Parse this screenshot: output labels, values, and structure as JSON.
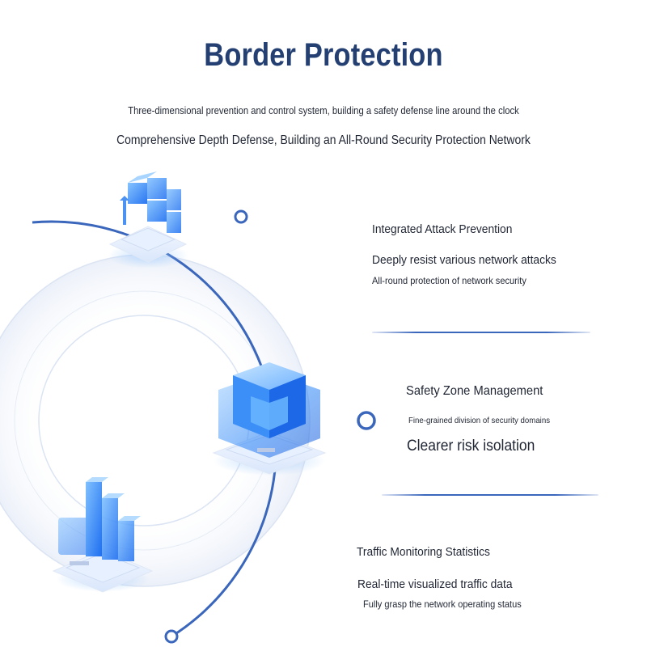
{
  "page": {
    "title": "Border Protection",
    "subtitle": "Three-dimensional prevention and control system, building a safety defense line around the clock",
    "tagline": "Comprehensive Depth Defense, Building an All-Round Security Protection Network"
  },
  "features": [
    {
      "heading": "Integrated Attack Prevention",
      "line1": "Deeply resist various network attacks",
      "line2": "All-round protection of network security"
    },
    {
      "heading": "Safety Zone Management",
      "line1": "Fine-grained division of security domains",
      "line2": "Clearer risk isolation"
    },
    {
      "heading": "Traffic Monitoring Statistics",
      "line1": "Real-time visualized traffic data",
      "line2": "Fully grasp the network operating status"
    }
  ],
  "icons": {
    "cubes": "stacked-cubes-icon",
    "core": "security-core-cube-icon",
    "bars": "bar-chart-icon"
  },
  "colors": {
    "title": "#243f72",
    "accent": "#3a66bc",
    "icon_blue": "#2f86ff",
    "ring_light": "#dbe4f3"
  }
}
